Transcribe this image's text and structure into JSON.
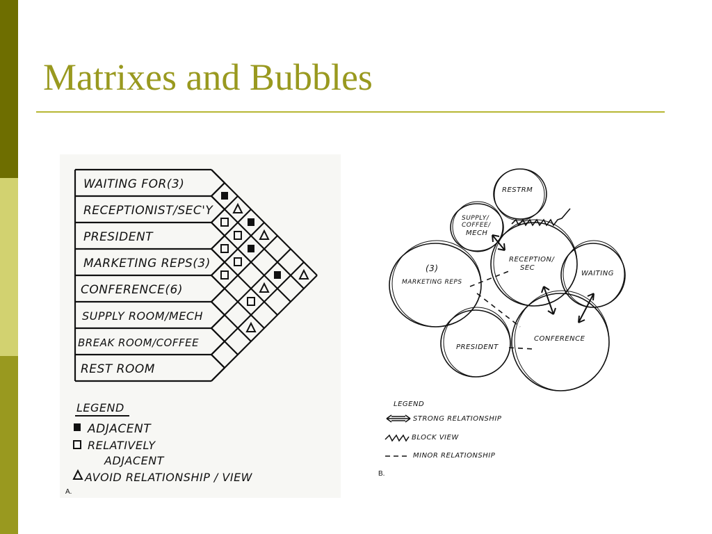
{
  "slide": {
    "title": "Matrixes and Bubbles",
    "colors": {
      "title": "#99991f",
      "rule": "#b7b733",
      "sidebar_dark": "#6e6e00",
      "sidebar_light": "#d2d270",
      "sidebar_mid": "#99991f"
    }
  },
  "matrix": {
    "caption": "A.",
    "rows": [
      "WAITING FOR(3)",
      "RECEPTIONIST/SEC'Y",
      "PRESIDENT",
      "MARKETING REPS(3)",
      "CONFERENCE(6)",
      "SUPPLY ROOM/MECH",
      "BREAK ROOM/COFFEE",
      "REST ROOM"
    ],
    "cells": [
      {
        "a": 0,
        "b": 1,
        "sym": "adjacent"
      },
      {
        "a": 0,
        "b": 2,
        "sym": "avoid"
      },
      {
        "a": 1,
        "b": 2,
        "sym": "relative"
      },
      {
        "a": 1,
        "b": 3,
        "sym": "relative"
      },
      {
        "a": 0,
        "b": 3,
        "sym": "adjacent"
      },
      {
        "a": 0,
        "b": 4,
        "sym": "avoid"
      },
      {
        "a": 2,
        "b": 3,
        "sym": "relative"
      },
      {
        "a": 1,
        "b": 4,
        "sym": "adjacent"
      },
      {
        "a": 2,
        "b": 4,
        "sym": "relative"
      },
      {
        "a": 3,
        "b": 4,
        "sym": "relative"
      },
      {
        "a": 0,
        "b": 7,
        "sym": "avoid"
      },
      {
        "a": 1,
        "b": 6,
        "sym": "adjacent"
      },
      {
        "a": 2,
        "b": 6,
        "sym": "avoid"
      },
      {
        "a": 3,
        "b": 6,
        "sym": "relative"
      },
      {
        "a": 4,
        "b": 7,
        "sym": "avoid"
      }
    ],
    "legend": {
      "title": "LEGEND",
      "adjacent": "ADJACENT",
      "relative_1": "RELATIVELY",
      "relative_2": "ADJACENT",
      "avoid": "AVOID RELATIONSHIP / VIEW"
    }
  },
  "bubbles": {
    "caption": "B.",
    "nodes": [
      {
        "id": "restrm",
        "label": "RESTRM"
      },
      {
        "id": "supply",
        "label_1": "SUPPLY/",
        "label_2": "COFFEE/",
        "label_3": "MECH"
      },
      {
        "id": "reception",
        "label_1": "RECEPTION/",
        "label_2": "SEC"
      },
      {
        "id": "marketing",
        "label_1": "(3)",
        "label_2": "MARKETING REPS"
      },
      {
        "id": "waiting",
        "label": "WAITING"
      },
      {
        "id": "president",
        "label": "PRESIDENT"
      },
      {
        "id": "conference",
        "label": "CONFERENCE"
      }
    ],
    "legend": {
      "title": "LEGEND",
      "strong": "STRONG RELATIONSHIP",
      "block": "BLOCK VIEW",
      "minor": "MINOR RELATIONSHIP"
    }
  }
}
